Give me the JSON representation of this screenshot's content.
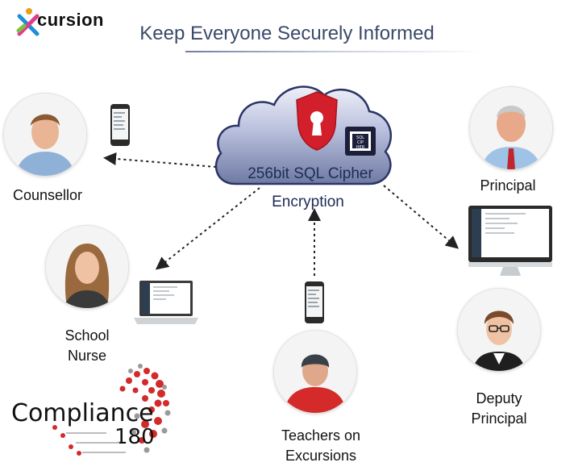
{
  "brand": {
    "logo_text": "cursion"
  },
  "title": "Keep Everyone Securely Informed",
  "cloud": {
    "label_line1": "256bit SQL Cipher",
    "label_line2": "Encryption",
    "badge_text": [
      "SQL",
      "CIP",
      "HER"
    ]
  },
  "roles": {
    "counsellor": "Counsellor",
    "school_nurse_line1": "School",
    "school_nurse_line2": "Nurse",
    "principal": "Principal",
    "deputy_line1": "Deputy",
    "deputy_line2": "Principal",
    "teachers_line1": "Teachers on",
    "teachers_line2": "Excursions"
  },
  "compliance": {
    "word": "Compliance",
    "number": "180"
  },
  "colors": {
    "title": "#3b4a6b",
    "shield": "#d21f2b",
    "cloud_top": "#e6e9f5",
    "cloud_bottom": "#6f7aa3",
    "arrow": "#222222"
  }
}
